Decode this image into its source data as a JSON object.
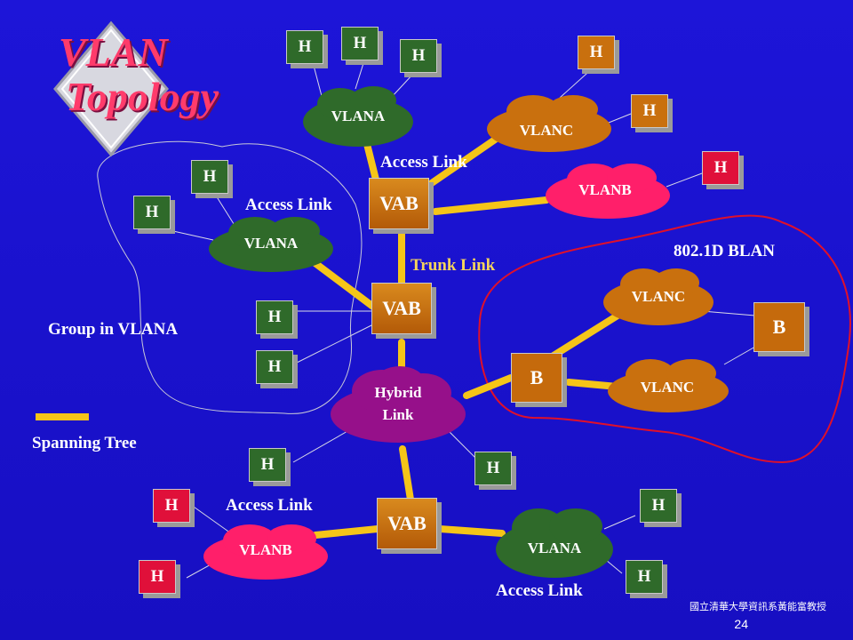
{
  "title": {
    "line1": "VLAN",
    "line2": "Topology"
  },
  "labels": {
    "access_link_top": "Access Link",
    "access_link_left": "Access Link",
    "access_link_bottom_left": "Access Link",
    "access_link_bottom_right": "Access Link",
    "trunk_link": "Trunk Link",
    "group_in_vlana": "Group in VLANA",
    "spanning_tree": "Spanning Tree",
    "blan": "802.1D BLAN"
  },
  "host_label": "H",
  "vab_label": "VAB",
  "bridge_label": "B",
  "clouds": {
    "vlana_top": "VLANA",
    "vlanc_top": "VLANC",
    "vlanb_top": "VLANB",
    "vlana_left": "VLANA",
    "vlanc_blan_top": "VLANC",
    "vlanc_blan_bottom": "VLANC",
    "hybrid_line1": "Hybrid",
    "hybrid_line2": "Link",
    "vlanb_bottom": "VLANB",
    "vlana_bottom": "VLANA"
  },
  "footer": "國立清華大學資訊系黃能富教授",
  "page_number": "24",
  "colors": {
    "background": "#1a12cc",
    "title": "#ff3b6b",
    "spanning_tree": "#f5c518",
    "vlana": "#2f6a2a",
    "vlanb": "#ff1f6a",
    "vlanc": "#c9700e",
    "hybrid": "#96108a",
    "blan_outline": "#e0102a"
  }
}
